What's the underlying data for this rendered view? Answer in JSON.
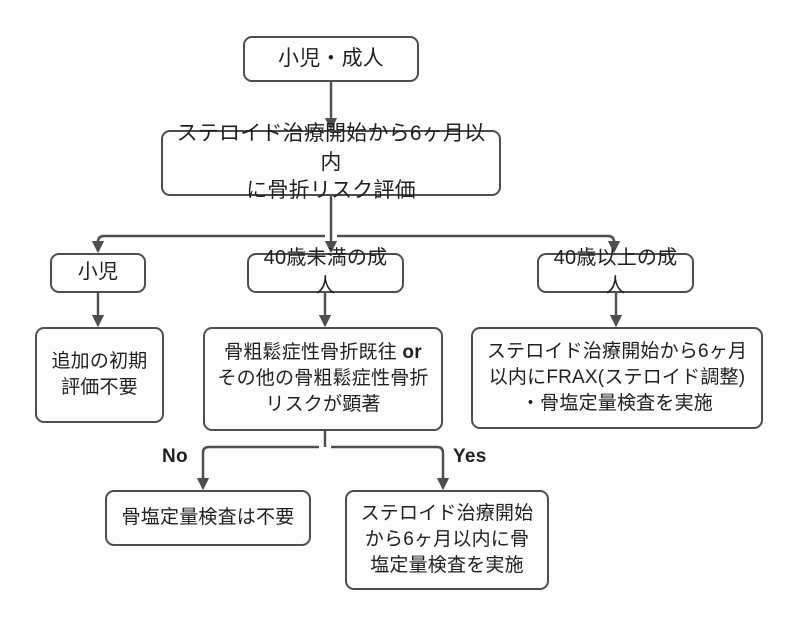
{
  "diagram": {
    "type": "flowchart",
    "title_visible": false,
    "colors": {
      "background": "#fefefe",
      "node_border": "#4e4e50",
      "node_fill": "#fdfdfd",
      "text": "#231f20",
      "connector": "#4e4e50"
    },
    "nodes": [
      {
        "id": "root",
        "label": "小児・成人"
      },
      {
        "id": "assess",
        "label": "ステロイド治療開始から6ヶ月以内\nに骨折リスク評価"
      },
      {
        "id": "child",
        "label": "小児"
      },
      {
        "id": "under40",
        "label": "40歳未満の成人"
      },
      {
        "id": "over40",
        "label": "40歳以上の成人"
      },
      {
        "id": "noinit",
        "label": "追加の初期\n評価不要"
      },
      {
        "id": "decision",
        "label_line1_a": "骨粗鬆症性骨折既往 ",
        "label_line1_b": "or",
        "label_line2": "その他の骨粗鬆症性骨折",
        "label_line3": "リスクが顕著"
      },
      {
        "id": "frax",
        "label": "ステロイド治療開始から6ヶ月\n以内にFRAX(ステロイド調整)\n・骨塩定量検査を実施"
      },
      {
        "id": "nobmd",
        "label": "骨塩定量検査は不要"
      },
      {
        "id": "dobmd",
        "label": "ステロイド治療開始\nから6ヶ月以内に骨\n塩定量検査を実施"
      }
    ],
    "edge_labels": {
      "no": "No",
      "yes": "Yes"
    }
  }
}
